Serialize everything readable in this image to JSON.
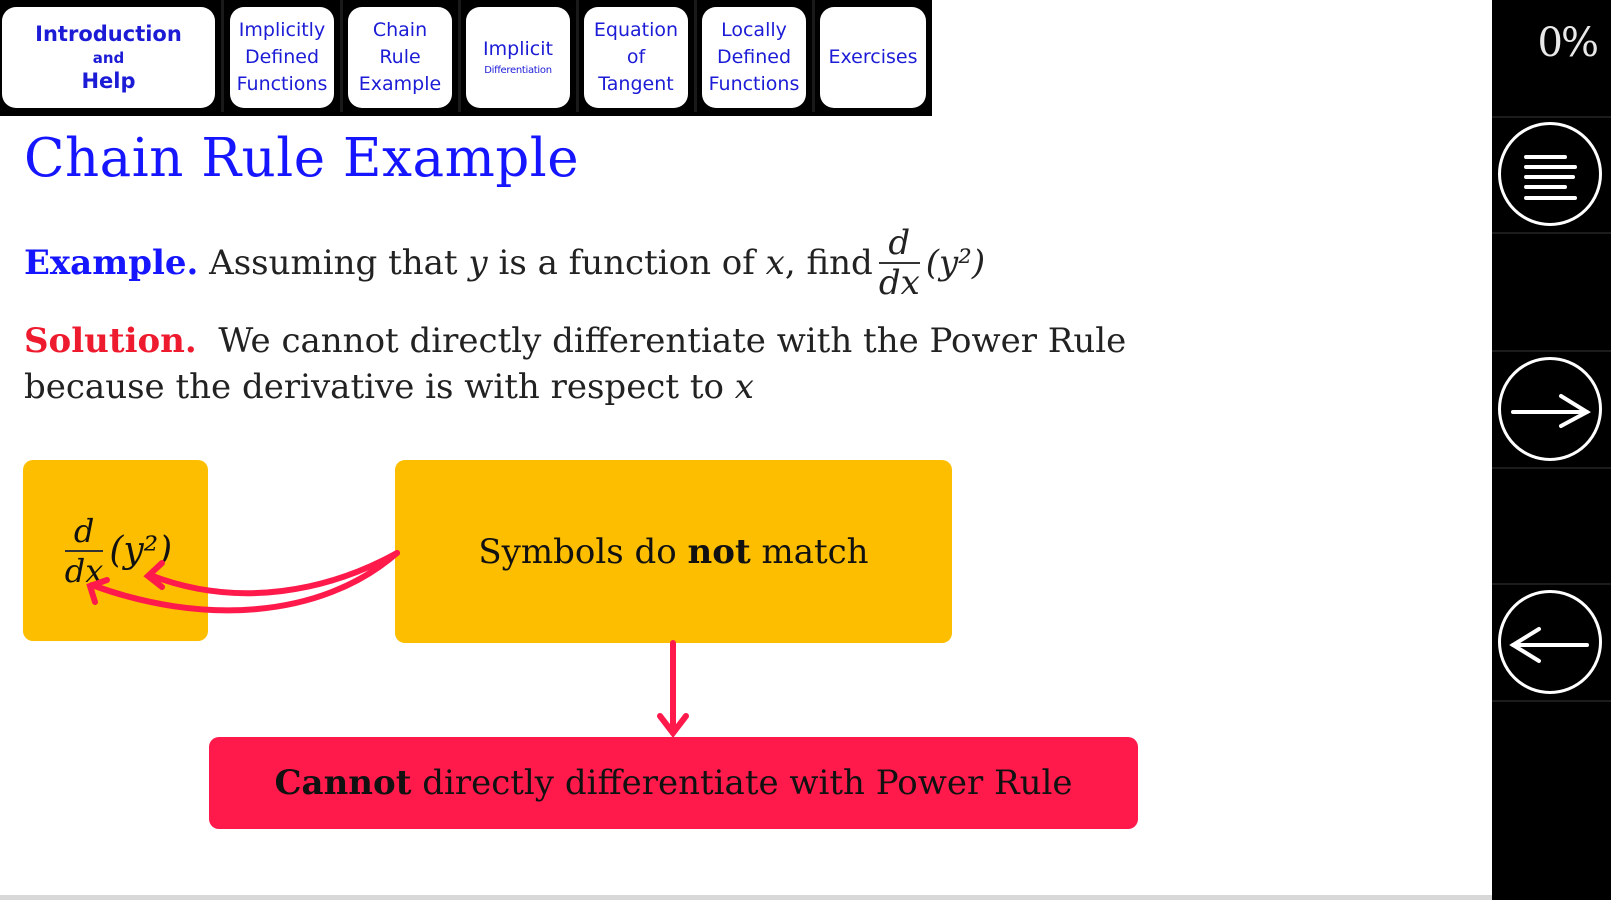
{
  "nav": {
    "tabs": [
      {
        "lines": [
          "Introduction",
          "and",
          "Help"
        ]
      },
      {
        "lines": [
          "Implicitly",
          "Defined",
          "Functions"
        ]
      },
      {
        "lines": [
          "Chain",
          "Rule",
          "Example"
        ]
      },
      {
        "lines": [
          "Implicit",
          "Differentiation"
        ]
      },
      {
        "lines": [
          "Equation",
          "of",
          "Tangent"
        ]
      },
      {
        "lines": [
          "Locally",
          "Defined",
          "Functions"
        ]
      },
      {
        "lines": [
          "Exercises"
        ]
      }
    ]
  },
  "sidebar": {
    "progress_text": "0%",
    "progress_value": 0,
    "buttons": [
      {
        "icon": "menu-lines-icon",
        "label": "Contents"
      },
      {
        "icon": "arrow-right-icon",
        "label": "Next"
      },
      {
        "icon": "arrow-left-icon",
        "label": "Previous"
      }
    ]
  },
  "content": {
    "title": "Chain Rule Example",
    "example": {
      "label": "Example.",
      "text_before": "Assuming that",
      "var_y": "y",
      "text_mid": "is a function of",
      "var_x": "x",
      "text_after": ", find",
      "frac_num": "d",
      "frac_den": "dx",
      "expr": "(y²)"
    },
    "solution": {
      "label": "Solution.",
      "line1": "We cannot directly differentiate with the Power Rule",
      "line2_text": "because the derivative is with respect to",
      "line2_var": "x"
    },
    "diagram": {
      "box1": {
        "frac_num": "d",
        "frac_den": "dx",
        "expr": "(y²)"
      },
      "box2": {
        "text_before": "Symbols do",
        "bold": "not",
        "text_after": "match"
      },
      "box3": {
        "bold": "Cannot",
        "text_after": "directly differentiate with Power Rule"
      }
    },
    "colors": {
      "title_blue": "#1515ff",
      "solution_red": "#ee1a2e",
      "box_yellow": "#fdbe00",
      "box_red": "#ff1a4b",
      "arrow_red": "#ff1a4b"
    }
  }
}
